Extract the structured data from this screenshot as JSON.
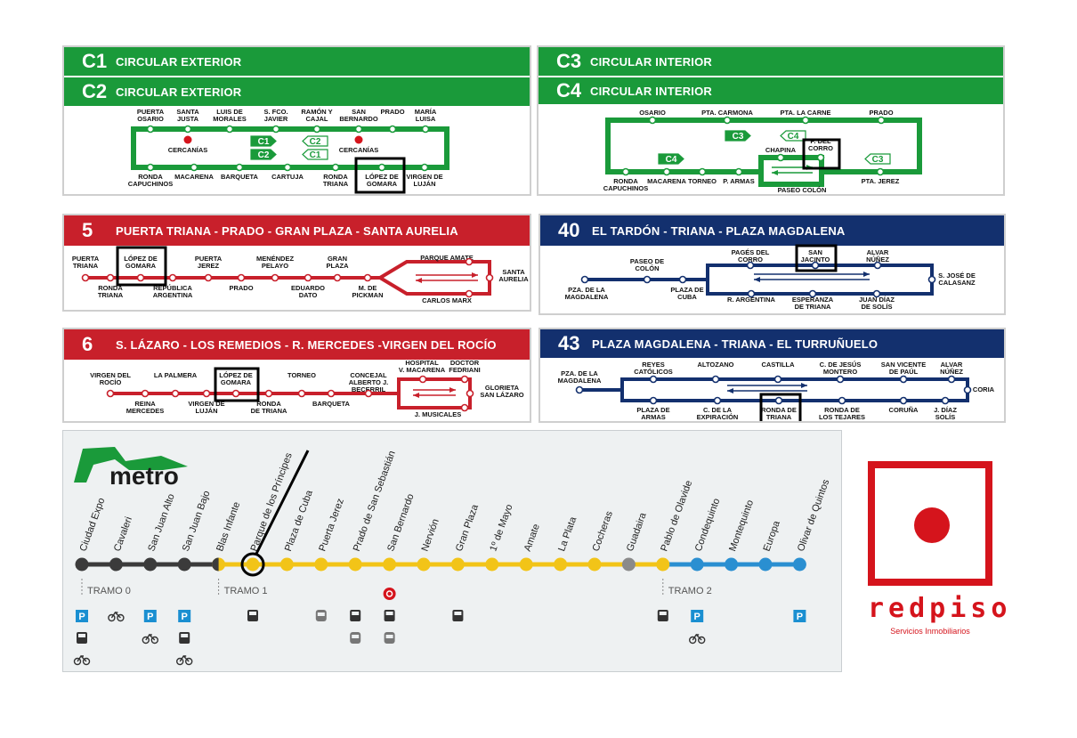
{
  "c1c2": {
    "row1_code": "C1",
    "row1_name": "CIRCULAR EXTERIOR",
    "row2_code": "C2",
    "row2_name": "CIRCULAR EXTERIOR",
    "top_stops": [
      "PUERTA\nOSARIO",
      "SANTA\nJUSTA",
      "LUIS DE\nMORALES",
      "S. FCO.\nJAVIER",
      "RAMÓN Y\nCAJAL",
      "SAN\nBERNARDO",
      "PRADO",
      "MARÍA\nLUISA"
    ],
    "bottom_stops": [
      "RONDA\nCAPUCHINOS",
      "MACARENA",
      "BARQUETA",
      "CARTUJA",
      "RONDA\nTRIANA",
      "LÓPEZ DE\nGOMARA",
      "VIRGEN DE\nLUJÁN"
    ],
    "cercanias": "CERCANÍAS",
    "badges": [
      "C1",
      "C2",
      "C2",
      "C1"
    ]
  },
  "c3c4": {
    "row1_code": "C3",
    "row1_name": "CIRCULAR INTERIOR",
    "row2_code": "C4",
    "row2_name": "CIRCULAR INTERIOR",
    "top_stops": [
      "OSARIO",
      "PTA. CARMONA",
      "PTA. LA CARNE",
      "PRADO"
    ],
    "inner_stops": [
      "CHAPINA",
      "P. DEL\nCORRO"
    ],
    "bottom_stops": [
      "RONDA\nCAPUCHINOS",
      "MACARENA",
      "TORNEO",
      "P. ARMAS",
      "PASEO COLÓN",
      "PTA. JEREZ"
    ],
    "badges": [
      "C3",
      "C4",
      "C4",
      "C3"
    ]
  },
  "line5": {
    "code": "5",
    "name": "PUERTA TRIANA - PRADO - GRAN PLAZA - SANTA AURELIA",
    "top_stops": [
      "PUERTA\nTRIANA",
      "LÓPEZ DE\nGOMARA",
      "PUERTA\nJEREZ",
      "MENÉNDEZ\nPELAYO",
      "GRAN\nPLAZA",
      "PARQUE AMATE",
      "SANTA\nAURELIA"
    ],
    "bottom_stops": [
      "RONDA\nTRIANA",
      "REPÚBLICA\nARGENTINA",
      "PRADO",
      "EDUARDO\nDATO",
      "M. DE\nPICKMAN",
      "CARLOS MARX"
    ]
  },
  "line40": {
    "code": "40",
    "name": "EL TARDÓN - TRIANA - PLAZA MAGDALENA",
    "top_stops": [
      "PASEO DE\nCOLÓN",
      "PAGÉS DEL\nCORRO",
      "SAN\nJACINTO",
      "ALVAR\nNÚÑEZ"
    ],
    "bottom_stops": [
      "PZA. DE LA\nMAGDALENA",
      "PLAZA DE\nCUBA",
      "R. ARGENTINA",
      "ESPERANZA\nDE TRIANA",
      "JUAN DÍAZ\nDE SOLÍS",
      "S. JOSÉ DE\nCALASANZ"
    ]
  },
  "line6": {
    "code": "6",
    "name": "S. LÁZARO - LOS REMEDIOS - R. MERCEDES -VIRGEN DEL ROCÍO",
    "top_stops": [
      "VIRGEN DEL\nROCÍO",
      "LA PALMERA",
      "LÓPEZ DE\nGOMARA",
      "TORNEO",
      "CONCEJAL\nALBERTO J.\nBECERRIL",
      "HOSPITAL\nV. MACARENA",
      "DOCTOR\nFEDRIANI",
      "GLORIETA\nSAN LÁZARO"
    ],
    "bottom_stops": [
      "REINA\nMERCEDES",
      "VIRGEN DE\nLUJÁN",
      "RONDA\nDE TRIANA",
      "BARQUETA",
      "J. MUSICALES"
    ]
  },
  "line43": {
    "code": "43",
    "name": "PLAZA MAGDALENA - TRIANA - EL TURRUÑUELO",
    "top_stops": [
      "PZA. DE LA\nMAGDALENA",
      "REYES\nCATÓLICOS",
      "ALTOZANO",
      "CASTILLA",
      "C. DE JESÚS\nMONTERO",
      "SAN VICENTE\nDE PAÚL",
      "ALVAR\nNÚÑEZ",
      "CORIA"
    ],
    "bottom_stops": [
      "PLAZA DE\nARMAS",
      "C. DE LA\nEXPIRACIÓN",
      "RONDA DE\nTRIANA",
      "RONDA DE\nLOS TEJARES",
      "CORUÑA",
      "J. DÍAZ\nSOLÍS"
    ]
  },
  "metro": {
    "logo": "metro",
    "stations": [
      "Ciudad Expo",
      "Cavaleri",
      "San Juan Alto",
      "San Juan Bajo",
      "Blas Infante",
      "Parque de los Príncipes",
      "Plaza de Cuba",
      "Puerta Jerez",
      "Prado de San Sebastián",
      "San Bernardo",
      "Nervión",
      "Gran Plaza",
      "1º de Mayo",
      "Amate",
      "La Plata",
      "Cocheras",
      "Guadaira",
      "Pablo de Olavide",
      "Condequinto",
      "Montequinto",
      "Europa",
      "Olivar de Quintos"
    ],
    "tramos": [
      "TRAMO 0",
      "TRAMO 1",
      "TRAMO 2"
    ],
    "parking_label": "P",
    "colors": {
      "tramo0": "#3b3b3b",
      "tramo1": "#f2c418",
      "tramo2": "#2a8fd1",
      "guadaira": "#8a8a8a"
    }
  },
  "brand": {
    "name": "redpiso",
    "subtitle": "Servicios Inmobiliarios"
  }
}
